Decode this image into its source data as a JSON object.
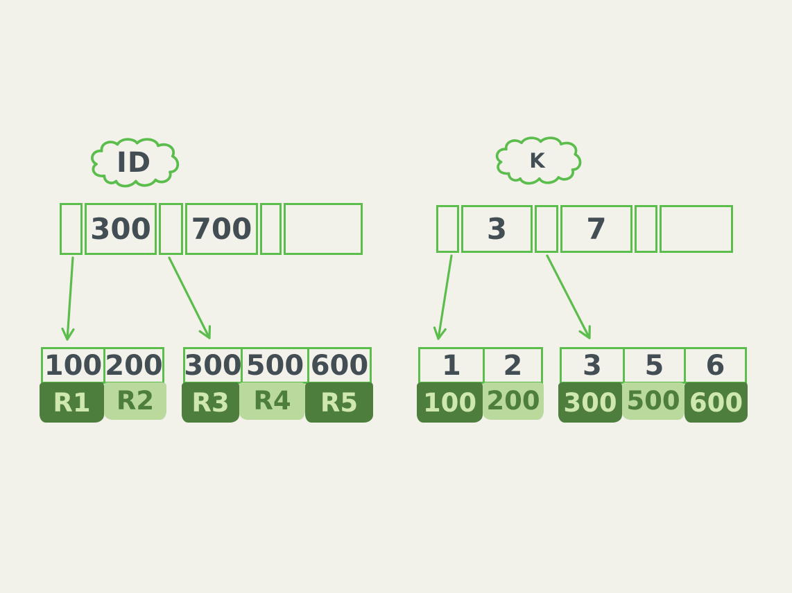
{
  "colors": {
    "background": "#f2f1ea",
    "stroke_green": "#5abd4c",
    "ink": "#424d54",
    "record_dark_fill": "#4e7e3e",
    "record_light_fill": "#b9d99d",
    "text_on_dark": "#cfe7b0",
    "text_on_light": "#4e7e3e"
  },
  "trees": [
    {
      "label": "ID",
      "root_cells": [
        "",
        "300",
        "",
        "700",
        "",
        ""
      ],
      "leaves": [
        {
          "keys": [
            "100",
            "200"
          ],
          "records": [
            {
              "label": "R1",
              "tone": "dark"
            },
            {
              "label": "R2",
              "tone": "light"
            }
          ]
        },
        {
          "keys": [
            "300",
            "500",
            "600"
          ],
          "records": [
            {
              "label": "R3",
              "tone": "dark"
            },
            {
              "label": "R4",
              "tone": "light"
            },
            {
              "label": "R5",
              "tone": "dark"
            }
          ]
        }
      ]
    },
    {
      "label": "K",
      "root_cells": [
        "",
        "3",
        "",
        "7",
        "",
        ""
      ],
      "leaves": [
        {
          "keys": [
            "1",
            "2"
          ],
          "records": [
            {
              "label": "100",
              "tone": "dark"
            },
            {
              "label": "200",
              "tone": "light"
            }
          ]
        },
        {
          "keys": [
            "3",
            "5",
            "6"
          ],
          "records": [
            {
              "label": "300",
              "tone": "dark"
            },
            {
              "label": "500",
              "tone": "light"
            },
            {
              "label": "600",
              "tone": "dark"
            }
          ]
        }
      ]
    }
  ]
}
